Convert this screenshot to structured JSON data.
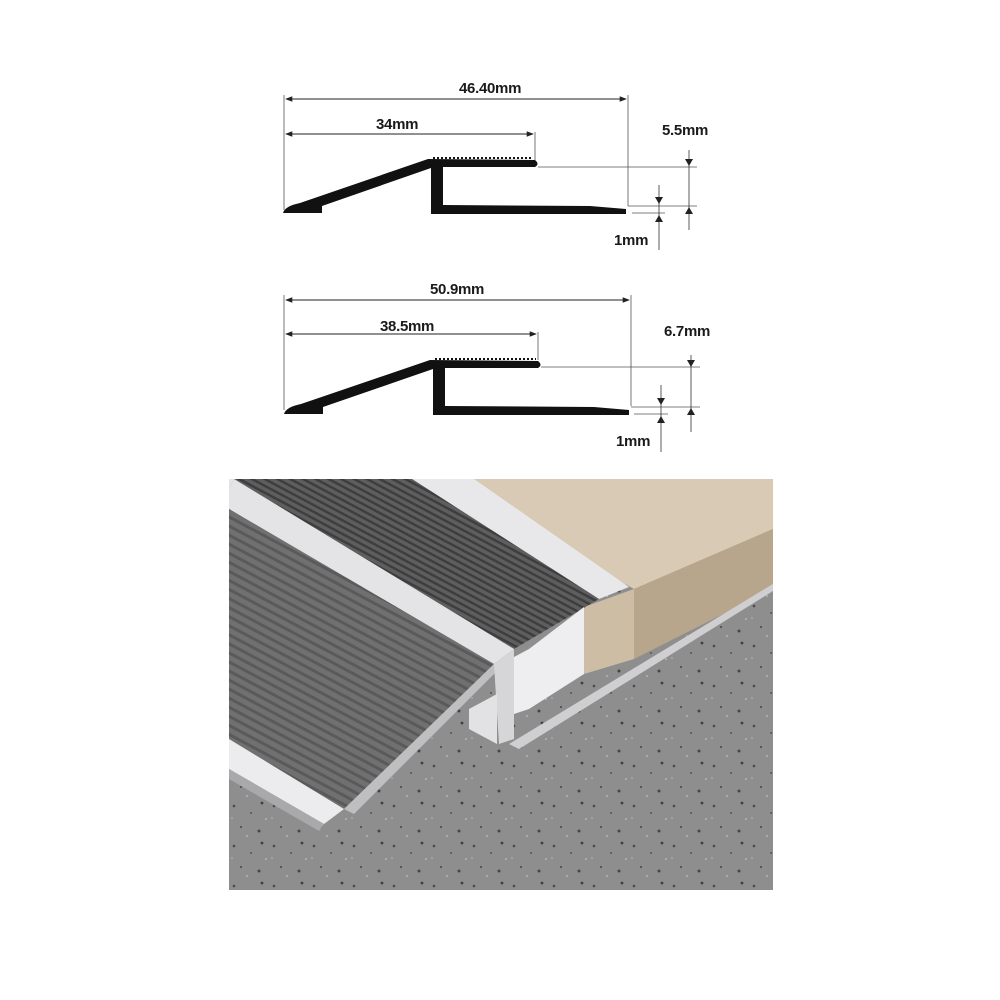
{
  "profiles": [
    {
      "overall_width": "46.40mm",
      "top_width": "34mm",
      "height": "5.5mm",
      "base_thickness": "1mm"
    },
    {
      "overall_width": "50.9mm",
      "top_width": "38.5mm",
      "height": "6.7mm",
      "base_thickness": "1mm"
    }
  ],
  "illustration": {
    "subject": "ramp-profile-installed-between-carpet-and-floorboard",
    "colors": {
      "concrete": "#8c8c8c",
      "carpet": "#6e6e6e",
      "aluminium": "#e6e6e8",
      "board_top": "#d9cbb6",
      "board_edge": "#b9a88f"
    }
  }
}
